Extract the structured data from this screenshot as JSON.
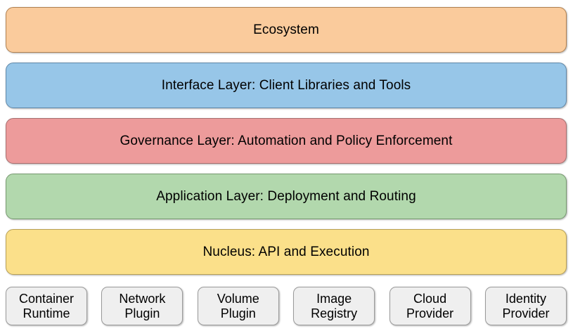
{
  "diagram": {
    "type": "layered-architecture",
    "background_color": "#ffffff",
    "layers": [
      {
        "label": "Ecosystem",
        "fill": "#facb9c",
        "border": "#b08050"
      },
      {
        "label": "Interface Layer: Client Libraries and Tools",
        "fill": "#97c6e8",
        "border": "#5f87a8"
      },
      {
        "label": "Governance Layer: Automation and Policy Enforcement",
        "fill": "#ed9b9b",
        "border": "#a86e6e"
      },
      {
        "label": "Application Layer: Deployment and Routing",
        "fill": "#b2d8ad",
        "border": "#76996f"
      },
      {
        "label": "Nucleus: API and Execution",
        "fill": "#fbe08a",
        "border": "#b8a055"
      }
    ],
    "plugins": [
      {
        "line1": "Container",
        "line2": "Runtime"
      },
      {
        "line1": "Network",
        "line2": "Plugin"
      },
      {
        "line1": "Volume",
        "line2": "Plugin"
      },
      {
        "line1": "Image",
        "line2": "Registry"
      },
      {
        "line1": "Cloud",
        "line2": "Provider"
      },
      {
        "line1": "Identity",
        "line2": "Provider"
      }
    ],
    "plugin_fill": "#efefef",
    "plugin_border": "#9a9a9a"
  }
}
